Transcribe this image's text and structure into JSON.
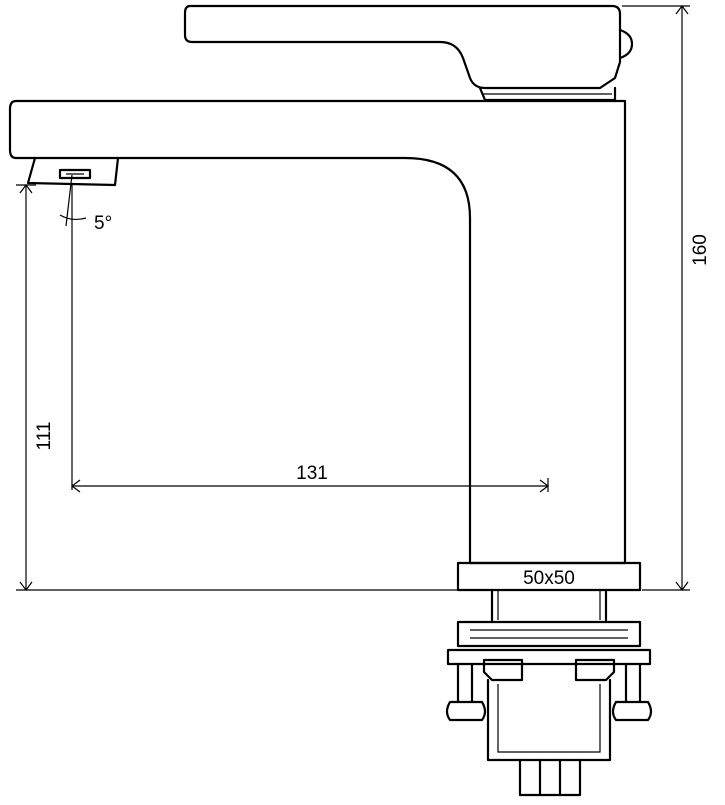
{
  "drawing": {
    "dimensions": {
      "total_height": "160",
      "spout_height": "111",
      "spout_reach": "131",
      "base_size": "50x50",
      "spout_angle": "5°"
    }
  }
}
